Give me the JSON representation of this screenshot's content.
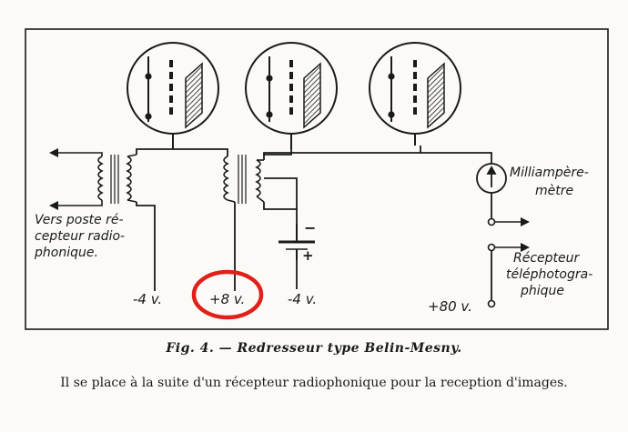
{
  "labels": {
    "left_output": [
      "Vers poste ré-",
      "cepteur radio-",
      "phonique."
    ],
    "milliammeter": [
      "Milliampère-",
      "mètre"
    ],
    "right_output": [
      "Récepteur",
      "téléphotogra-",
      "phique"
    ],
    "v_left": "-4 v.",
    "v_mid": "+8 v.",
    "v_battery": "-4 v.",
    "v_right": "+80 v.",
    "battery_minus": "−",
    "battery_plus": "+"
  },
  "caption": {
    "figure": "Fig. 4. — Redresseur type Belin-Mesny.",
    "description": "Il se place à la suite d'un récepteur radiophonique pour la reception d'images."
  },
  "colors": {
    "ink": "#1a1a1a",
    "highlight": "#e0201a",
    "paper": "#fbfaf7"
  }
}
